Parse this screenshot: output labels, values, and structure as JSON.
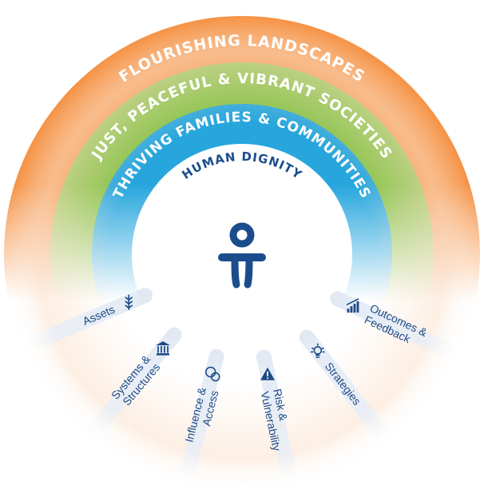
{
  "rings": {
    "outer": {
      "label": "FLOURISHING LANDSCAPES",
      "color": "#f58f3f"
    },
    "middle": {
      "label": "JUST, PEACEFUL & VIBRANT SOCIETIES",
      "color": "#86c144"
    },
    "inner": {
      "label": "THRIVING FAMILIES & COMMUNITIES",
      "color": "#27a6dd"
    }
  },
  "core": {
    "label": "HUMAN DIGNITY",
    "color": "#1b4d8c"
  },
  "spokes": [
    {
      "lines": [
        "Assets"
      ],
      "icon": "wheat-icon"
    },
    {
      "lines": [
        "Systems &",
        "Structures"
      ],
      "icon": "institution-icon"
    },
    {
      "lines": [
        "Influence &",
        "Access"
      ],
      "icon": "speech-bubbles-icon"
    },
    {
      "lines": [
        "Risk &",
        "Vulnerability"
      ],
      "icon": "warning-icon"
    },
    {
      "lines": [
        "Strategies"
      ],
      "icon": "lightbulb-icon"
    },
    {
      "lines": [
        "Outcomes &",
        "Feedback"
      ],
      "icon": "bar-chart-icon"
    }
  ]
}
